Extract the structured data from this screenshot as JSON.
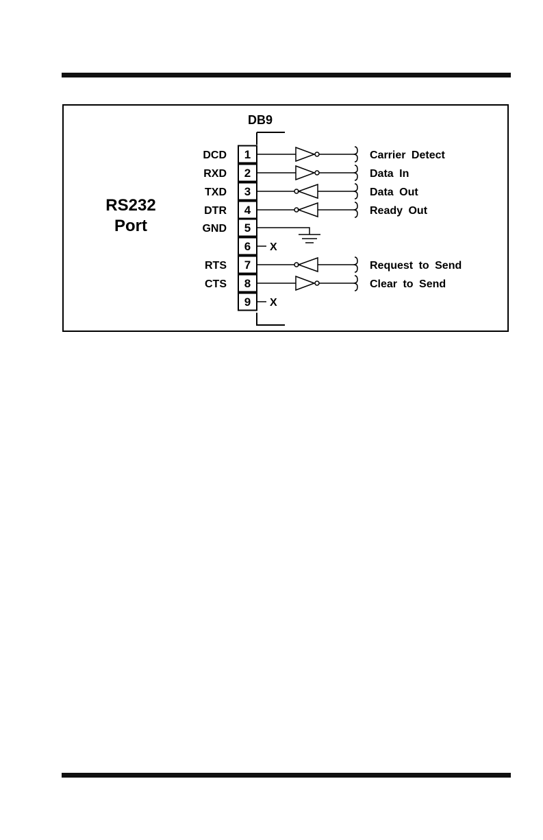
{
  "port": {
    "line1": "RS232",
    "line2": "Port"
  },
  "connector": {
    "label": "DB9"
  },
  "pins": [
    {
      "number": "1",
      "signal": "DCD",
      "direction": "in",
      "description": "Carrier Detect"
    },
    {
      "number": "2",
      "signal": "RXD",
      "direction": "in",
      "description": "Data In"
    },
    {
      "number": "3",
      "signal": "TXD",
      "direction": "out",
      "description": "Data Out"
    },
    {
      "number": "4",
      "signal": "DTR",
      "direction": "out",
      "description": "Ready Out"
    },
    {
      "number": "5",
      "signal": "GND",
      "direction": "ground",
      "description": ""
    },
    {
      "number": "6",
      "signal": "",
      "direction": "nc",
      "description": "X"
    },
    {
      "number": "7",
      "signal": "RTS",
      "direction": "out",
      "description": "Request to Send"
    },
    {
      "number": "8",
      "signal": "CTS",
      "direction": "in",
      "description": "Clear to Send"
    },
    {
      "number": "9",
      "signal": "",
      "direction": "nc",
      "description": "X"
    }
  ]
}
